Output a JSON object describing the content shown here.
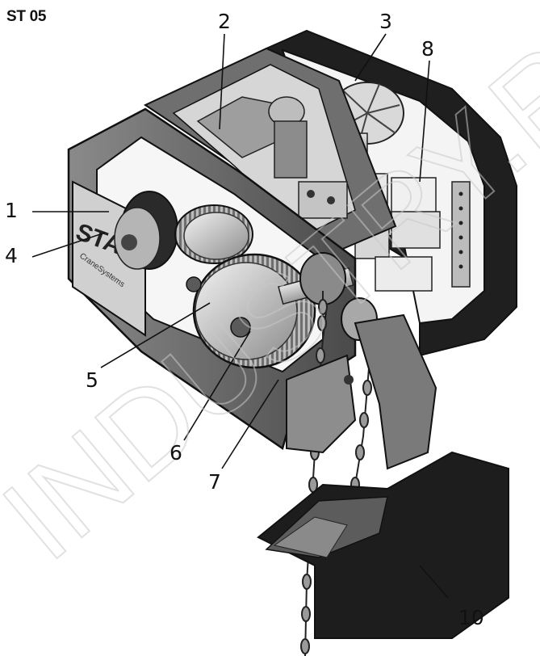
{
  "model_label": "ST 05",
  "brand": {
    "name": "STAHL",
    "tagline": "CraneSystems"
  },
  "watermark": "INDUSTRY.RU",
  "callouts": [
    {
      "id": "1",
      "label": "1"
    },
    {
      "id": "2",
      "label": "2"
    },
    {
      "id": "3",
      "label": "3"
    },
    {
      "id": "4",
      "label": "4"
    },
    {
      "id": "5",
      "label": "5"
    },
    {
      "id": "6",
      "label": "6"
    },
    {
      "id": "7",
      "label": "7"
    },
    {
      "id": "8",
      "label": "8"
    },
    {
      "id": "10",
      "label": "10"
    }
  ],
  "colors": {
    "housing_dark": "#1c1c1c",
    "housing_mid": "#5a5a5a",
    "metal_light": "#cfcfcf",
    "outline": "#111111",
    "watermark": "#d8d8d8"
  }
}
